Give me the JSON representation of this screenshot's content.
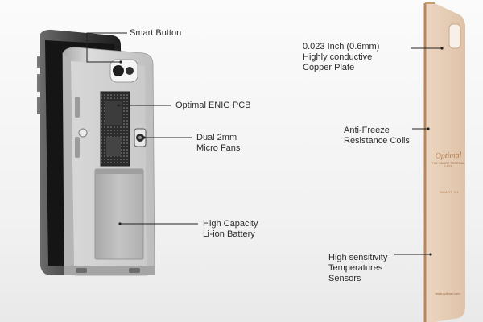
{
  "callouts": {
    "smart_button": [
      "Smart Button"
    ],
    "pcb": [
      "Optimal ENIG PCB"
    ],
    "fans": [
      "Dual 2mm",
      "Micro Fans"
    ],
    "battery": [
      "High Capacity",
      "Li-ion Battery"
    ],
    "copper": [
      "0.023 Inch (0.6mm)",
      "Highly conductive",
      "Copper Plate"
    ],
    "coils": [
      "Anti-Freeze",
      "Resistance Coils"
    ],
    "sensors": [
      "High sensitivity",
      "Temperatures",
      "Sensors"
    ]
  },
  "plate": {
    "brand": "Optimal",
    "tagline": "THE SMART THERMAL CASE",
    "model": "SMART X1",
    "site": "www.optimal.com"
  },
  "colors": {
    "case": "#c9c9c9",
    "phone": "#2a2a2a",
    "battery": "#b8b8b8",
    "pcb": "#2c2c2c",
    "plate": "#e6cdb5",
    "leader": "#222222"
  }
}
